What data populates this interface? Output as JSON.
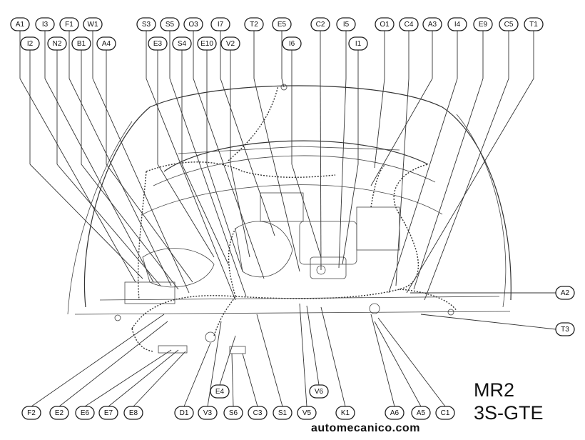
{
  "labels": {
    "top_row": [
      "A1",
      "I3",
      "F1",
      "W1",
      "S3",
      "S5",
      "O3",
      "I7",
      "T2",
      "E5",
      "C2",
      "I5",
      "O1",
      "C4",
      "A3",
      "I4",
      "E9",
      "C5",
      "T1"
    ],
    "second_row": [
      "I2",
      "N2",
      "B1",
      "A4",
      "E3",
      "S4",
      "E10",
      "V2",
      "I6",
      "I1"
    ],
    "right_side": [
      "A2",
      "T3"
    ],
    "bottom_row": [
      "F2",
      "E2",
      "E6",
      "E7",
      "E8",
      "D1",
      "V3",
      "S6",
      "C3",
      "S1",
      "V5",
      "K1",
      "A6",
      "A5",
      "C1"
    ],
    "lower_middle": [
      "E4",
      "V6"
    ]
  },
  "model": {
    "line1": "MR2",
    "line2": "3S-GTE"
  },
  "watermark": "automecanico.com"
}
